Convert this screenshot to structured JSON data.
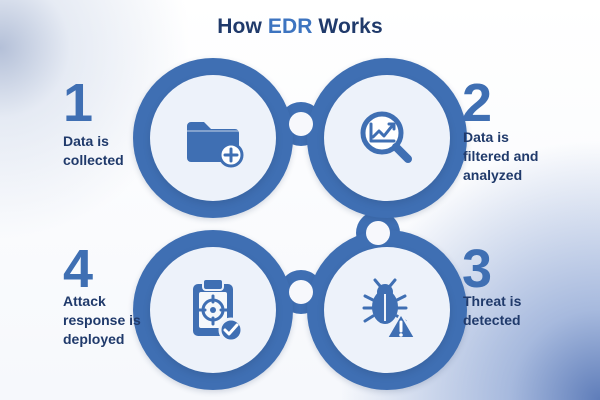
{
  "title": {
    "prefix": "How",
    "highlight": "EDR",
    "suffix": "Works"
  },
  "steps": [
    {
      "number": "1",
      "text": "Data is collected",
      "icon": "folder-plus-icon"
    },
    {
      "number": "2",
      "text": "Data is filtered and analyzed",
      "icon": "magnifier-chart-icon"
    },
    {
      "number": "3",
      "text": "Threat is detected",
      "icon": "bug-warning-icon"
    },
    {
      "number": "4",
      "text": "Attack response is deployed",
      "icon": "clipboard-target-icon"
    }
  ],
  "colors": {
    "brand": "#3f6fb3",
    "title_dark": "#203a6b",
    "title_accent": "#3d74c0",
    "panel_bg": "#edf2fa"
  }
}
